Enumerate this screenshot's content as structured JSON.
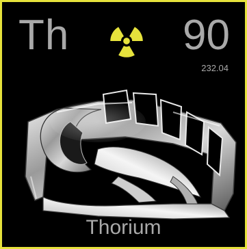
{
  "element": {
    "symbol": "Th",
    "atomic_number": "90",
    "atomic_mass": "232.04",
    "name": "Thorium"
  },
  "icons": {
    "hazard": "radiation-trefoil-icon",
    "specimen": "thorium-metal-specimen"
  },
  "colors": {
    "border": "#e6e23c",
    "background": "#000000",
    "text": "#a9a9a9",
    "hazard": "#e6e23c"
  }
}
